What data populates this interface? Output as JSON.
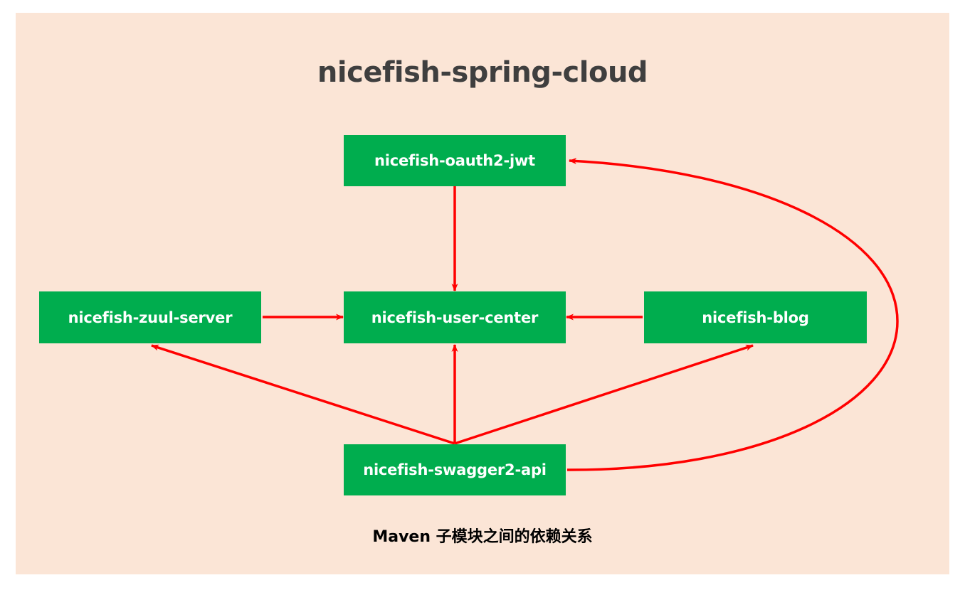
{
  "diagram": {
    "title": "nicefish-spring-cloud",
    "caption": "Maven 子模块之间的依赖关系",
    "background_color": "#fbe5d6",
    "page_color": "#ffffff",
    "node_color": "#00ad4e",
    "node_text_color": "#ffffff",
    "arrow_color": "#ff0000",
    "title_color": "#3f3f3f",
    "caption_color": "#000000",
    "nodes": [
      {
        "id": "oauth2-jwt",
        "label": "nicefish-oauth2-jwt"
      },
      {
        "id": "zuul-server",
        "label": "nicefish-zuul-server"
      },
      {
        "id": "user-center",
        "label": "nicefish-user-center"
      },
      {
        "id": "blog",
        "label": "nicefish-blog"
      },
      {
        "id": "swagger2-api",
        "label": "nicefish-swagger2-api"
      }
    ],
    "edges": [
      {
        "from": "oauth2-jwt",
        "to": "user-center",
        "style": "straight"
      },
      {
        "from": "zuul-server",
        "to": "user-center",
        "style": "straight"
      },
      {
        "from": "blog",
        "to": "user-center",
        "style": "straight"
      },
      {
        "from": "swagger2-api",
        "to": "user-center",
        "style": "straight"
      },
      {
        "from": "swagger2-api",
        "to": "zuul-server",
        "style": "straight"
      },
      {
        "from": "swagger2-api",
        "to": "blog",
        "style": "straight"
      },
      {
        "from": "swagger2-api",
        "to": "oauth2-jwt",
        "style": "curved"
      }
    ]
  }
}
